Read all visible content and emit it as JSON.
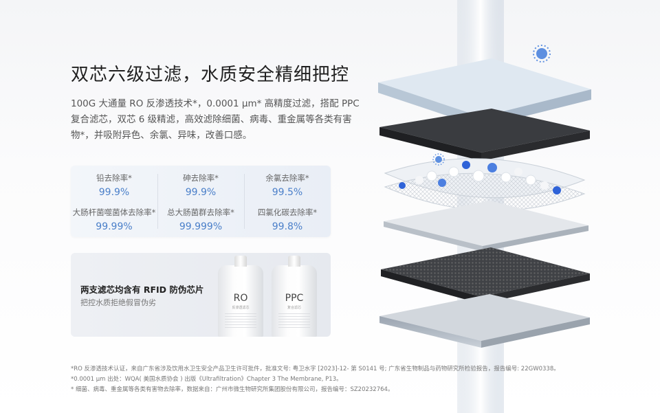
{
  "headline": "双芯六级过滤，水质安全精细把控",
  "description": "100G 大通量 RO 反渗透技术*，0.0001 μm* 高精度过滤，搭配 PPC 复合滤芯，双芯 6 级精滤，高效滤除细菌、病毒、重金属等各类有害物*，并吸附异色、余氯、异味，改善口感。",
  "stats": [
    {
      "label": "铅去除率*",
      "value": "99.9%"
    },
    {
      "label": "砷去除率*",
      "value": "99.9%"
    },
    {
      "label": "余氯去除率*",
      "value": "99.5%"
    },
    {
      "label": "大肠杆菌噬菌体去除率*",
      "value": "99.99%"
    },
    {
      "label": "总大肠菌群去除率*",
      "value": "99.999%"
    },
    {
      "label": "四氯化碳去除率*",
      "value": "99.8%"
    }
  ],
  "rfid": {
    "title": "两支滤芯均含有 RFID 防伪芯片",
    "subtitle": "把控水质拒绝假冒伪劣",
    "bottles": [
      {
        "name": "RO",
        "sub": "反渗透滤芯"
      },
      {
        "name": "PPC",
        "sub": "复合滤芯"
      }
    ]
  },
  "footnotes": [
    "*RO 反渗透技术认证，来自广东省涉及饮用水卫生安全产品卫生许可批件，批准文号: 粤卫水字 [2023]-12- 第 S0141 号; 广东省生物制品与药物研究所检验报告，报告编号: 22GW0338。",
    "*0.0001 μm 出处：WQA( 美国水质协会 ) 出版《Ultrafiltration》Chapter 3 The Membrane, P13。",
    "* 细菌、病毒、重金属等各类有害物去除率，数据来自：广州市微生物研究所集团股份有限公司，报告编号：SZ20232764。"
  ],
  "colors": {
    "accent": "#4a7fc9"
  }
}
